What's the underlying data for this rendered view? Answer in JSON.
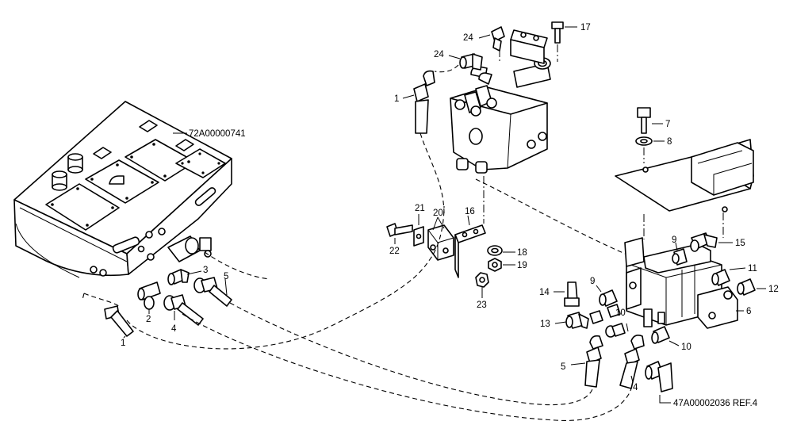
{
  "references": {
    "tank": "72A00000741",
    "pump_ref": "47A00002036 REF.4"
  },
  "callouts": {
    "c1a": "1",
    "c1b": "1",
    "c2": "2",
    "c3": "3",
    "c4a": "4",
    "c4b": "4",
    "c5a": "5",
    "c5b": "5",
    "c6": "6",
    "c7": "7",
    "c8": "8",
    "c9a": "9",
    "c9b": "9",
    "c10a": "10",
    "c10b": "10",
    "c11": "11",
    "c12": "12",
    "c13": "13",
    "c14": "14",
    "c15": "15",
    "c16": "16",
    "c17": "17",
    "c18": "18",
    "c19": "19",
    "c20": "20",
    "c21": "21",
    "c22": "22",
    "c23": "23",
    "c24a": "24",
    "c24b": "24"
  }
}
